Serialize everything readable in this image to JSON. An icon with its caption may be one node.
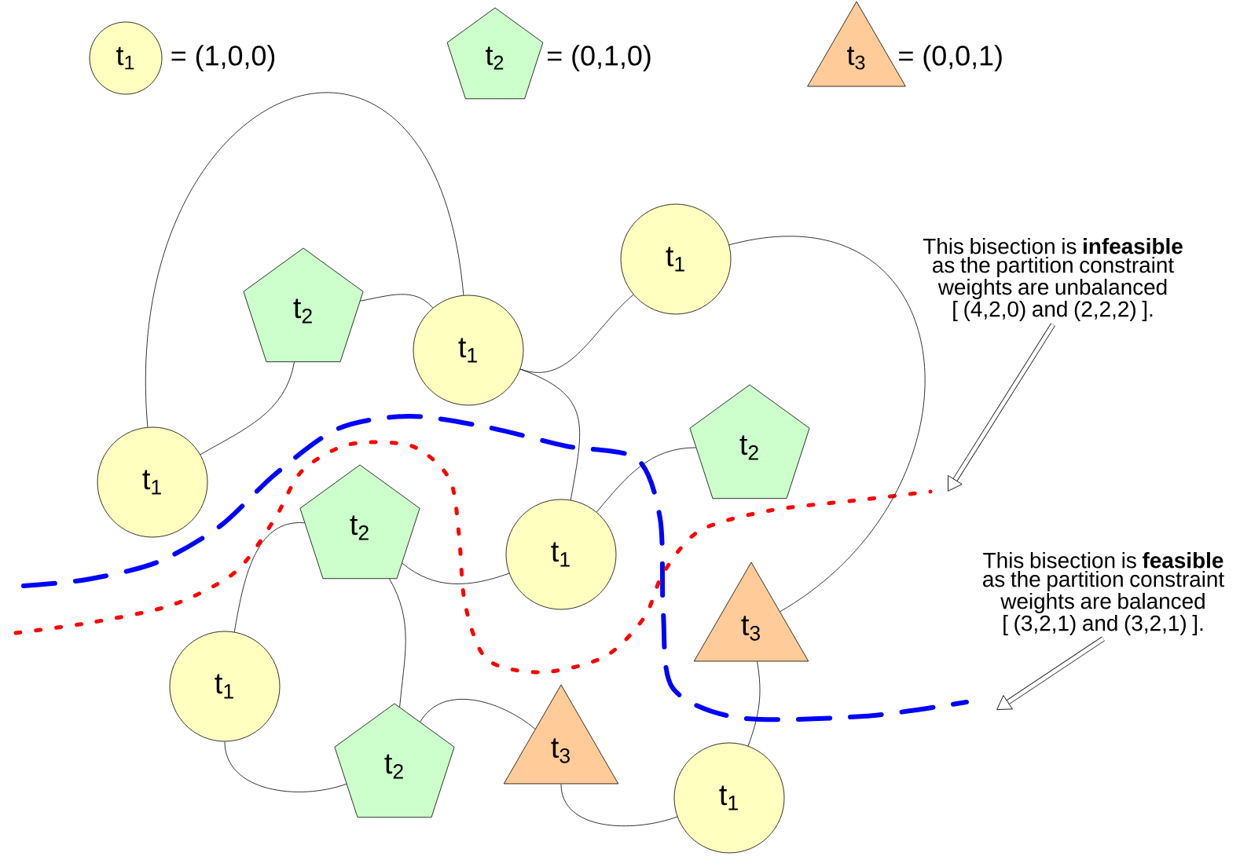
{
  "diagram": {
    "nodes": [
      {
        "text": [
          "t$_{1}$"
        ],
        "beside": [
          "= (1,0,0)"
        ]
      },
      {
        "text": [
          "t$_{2}$"
        ],
        "beside": [
          "= (0,1,0)"
        ]
      },
      {
        "text": [
          "t$_{3}$"
        ],
        "beside": [
          "= (0,0,1)"
        ]
      },
      {
        "text": [
          "t$_{1}$"
        ]
      },
      {
        "text": [
          "t$_{2}$"
        ]
      },
      {
        "text": [
          "t$_{1}$"
        ]
      },
      {
        "text": [
          "t$_{1}$"
        ]
      },
      {
        "text": [
          "t$_{2}$"
        ]
      },
      {
        "text": [
          "t$_{1}$"
        ]
      },
      {
        "text": [
          "t$_{2}$"
        ]
      },
      {
        "text": [
          "t$_{1}$"
        ]
      },
      {
        "text": [
          "t$_{2}$"
        ]
      },
      {
        "text": [
          "t$_{3}$"
        ]
      },
      {
        "text": [
          "t$_{3}$"
        ]
      },
      {
        "text": [
          "t$_{1}$"
        ]
      },
      {
        "text": [
          "This bisection is **infeasible** as the partition constraint weights are unbalanced [ (4,2,0) and (2,2,2) ]."
        ]
      },
      {
        "text": [
          "This bisection is **feasible** as the partition constraint weights are balanced [ (3,2,1) and (3,2,1) ]."
        ]
      }
    ],
    "edges": [
      {
        "from": 3,
        "to": 5,
        "arrow": "none"
      },
      {
        "from": 3,
        "to": 4,
        "arrow": "none"
      },
      {
        "from": 4,
        "to": 5,
        "arrow": "none"
      },
      {
        "from": 5,
        "to": 6,
        "arrow": "none"
      },
      {
        "from": 5,
        "to": 8,
        "arrow": "none"
      },
      {
        "from": 6,
        "to": 12,
        "arrow": "none"
      },
      {
        "from": 8,
        "to": 9,
        "arrow": "none"
      },
      {
        "from": 7,
        "to": 8,
        "arrow": "none"
      },
      {
        "from": 7,
        "to": 10,
        "arrow": "none"
      },
      {
        "from": 7,
        "to": 11,
        "arrow": "none"
      },
      {
        "from": 10,
        "to": 11,
        "arrow": "none"
      },
      {
        "from": 11,
        "to": 13,
        "arrow": "none"
      },
      {
        "from": 13,
        "to": 14,
        "arrow": "none"
      },
      {
        "from": 12,
        "to": 14,
        "arrow": "none"
      },
      {
        "from": 15,
        "to": null,
        "arrow": "to",
        "style": "thick"
      },
      {
        "from": 16,
        "to": null,
        "arrow": "to",
        "style": "thick"
      }
    ]
  }
}
